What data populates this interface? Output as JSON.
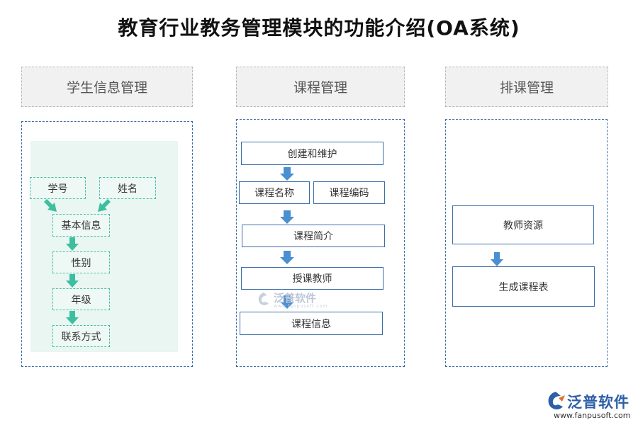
{
  "title": "教育行业教务管理模块的功能介绍(OA系统)",
  "columns": {
    "student": {
      "header": "学生信息管理",
      "nodes": {
        "id": "学号",
        "name": "姓名",
        "basic": "基本信息",
        "gender": "性别",
        "grade": "年级",
        "contact": "联系方式"
      }
    },
    "course": {
      "header": "课程管理",
      "nodes": {
        "create": "创建和维护",
        "cname": "课程名称",
        "ccode": "课程编码",
        "intro": "课程简介",
        "teacher": "授课教师",
        "info": "课程信息"
      }
    },
    "schedule": {
      "header": "排课管理",
      "nodes": {
        "resource": "教师资源",
        "generate": "生成课程表"
      }
    }
  },
  "watermark": {
    "text": "泛普软件",
    "sub": "www.fanpusoft.com"
  },
  "brand": {
    "name": "泛普软件",
    "url": "www.fanpusoft.com"
  },
  "colors": {
    "accent_blue": "#3b6ea8",
    "arrow_blue": "#4a8fd0",
    "arrow_teal": "#3dbf9f",
    "mint_bg": "#e9f6f2"
  }
}
